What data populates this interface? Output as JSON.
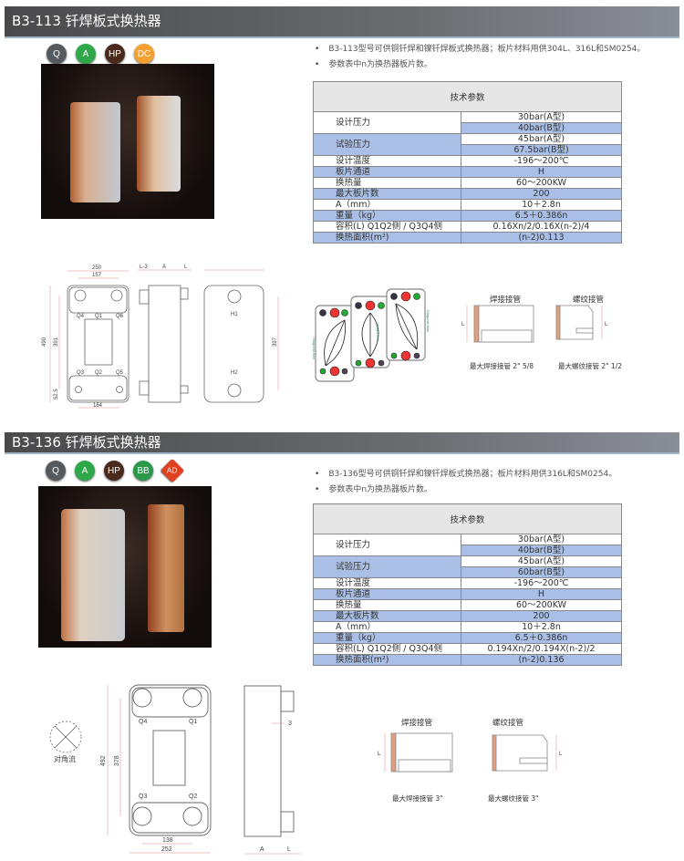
{
  "sections": [
    {
      "title": "B3-113  钎焊板式换热器",
      "badges": [
        "Q",
        "A",
        "HP",
        "DC"
      ],
      "bullets": [
        "B3-113型号可供铜钎焊和镍钎焊板式换热器；板片材料用供304L、316L和SM0254。",
        "参数表中n为换热器板片数。"
      ],
      "table": {
        "header": "技术参数",
        "design_pressure": {
          "label": "设计压力",
          "values": [
            "30bar(A型)",
            "40bar(B型)"
          ]
        },
        "test_pressure": {
          "label": "试验压力",
          "values": [
            "45bar(A型)",
            "67.5bar(B型)"
          ]
        },
        "rows": [
          {
            "label": "设计温度",
            "value": "-196～200℃"
          },
          {
            "label": "板片通道",
            "value": "H"
          },
          {
            "label": "换热量",
            "value": "60～200KW"
          },
          {
            "label": "最大板片数",
            "value": "200"
          },
          {
            "label": "A（mm）",
            "value": "10＋2.8n"
          },
          {
            "label": "重量（kg）",
            "value": "6.5＋0.386n"
          },
          {
            "label": "容积(L) Q1Q2侧 / Q3Q4侧",
            "value": "0.16Xn/2/0.16X(n-2)/4"
          },
          {
            "label": "换热面积(m²)",
            "value": "(n-2)0.113"
          }
        ]
      },
      "drawing": {
        "width": "250",
        "port_spacing_top": "157",
        "height": "490",
        "port_height": "391",
        "offset": "52.5",
        "port_spacing_bottom": "164",
        "side_labels": [
          "L-3",
          "A",
          "L"
        ],
        "right_height": "397",
        "ports": [
          "Q4",
          "Q1",
          "Q6",
          "Q3",
          "Q2",
          "Q5",
          "H1",
          "H2"
        ]
      },
      "flow": {
        "labels": [
          "Diagonal flow",
          "Upright flow",
          "Diagonal flow"
        ]
      },
      "connectors": {
        "weld_title": "焊接接管",
        "thread_title": "螺纹接管",
        "weld_caption": "最大焊接接管  2\" 5/8",
        "thread_caption": "最大螺纹接管  2\" 1/2",
        "L": "L"
      }
    },
    {
      "title": "B3-136  钎焊板式换热器",
      "badges": [
        "Q",
        "A",
        "HP",
        "BB",
        "AD"
      ],
      "bullets": [
        "B3-136型号可供铜钎焊和镍钎焊板式换热器；板片材料用供316L和SM0254。",
        "参数表中n为换热器板片数。"
      ],
      "table": {
        "header": "技术参数",
        "design_pressure": {
          "label": "设计压力",
          "values": [
            "30bar(A型)",
            "40bar(B型)"
          ]
        },
        "test_pressure": {
          "label": "试验压力",
          "values": [
            "45bar(A型)",
            "60bar(B型)"
          ]
        },
        "rows": [
          {
            "label": "设计温度",
            "value": "-196～200℃"
          },
          {
            "label": "板片通道",
            "value": "H"
          },
          {
            "label": "换热量",
            "value": "60～200KW"
          },
          {
            "label": "最大板片数",
            "value": "200"
          },
          {
            "label": "A（mm）",
            "value": "10＋2.8n"
          },
          {
            "label": "重量（kg）",
            "value": "6.5＋0.386n"
          },
          {
            "label": "容积(L) Q1Q2侧 / Q3Q4侧",
            "value": "0.194Xn/2/0.194X(n-2)/2"
          },
          {
            "label": "换热面积(m²)",
            "value": "(n-2)0.136"
          }
        ]
      },
      "drawing": {
        "height": "492",
        "port_height": "378",
        "port_spacing": "138",
        "width": "252",
        "ports": [
          "Q4",
          "Q1",
          "Q3",
          "Q2"
        ],
        "side_labels": [
          "A",
          "L"
        ],
        "gap": "3",
        "diag_label": "对角流"
      },
      "connectors": {
        "weld_title": "焊接接管",
        "thread_title": "螺纹接管",
        "weld_caption": "最大焊接接管  3\"",
        "thread_caption": "最大螺纹接管  3\"",
        "L": "L"
      }
    }
  ],
  "colors": {
    "Q": "#555a5e",
    "A": "#2fa84a",
    "HP": "#4a2a1a",
    "DC": "#f5a030",
    "BB": "#2a9a4a",
    "AD": "#e04020",
    "blue_row": "#aabfe6"
  }
}
